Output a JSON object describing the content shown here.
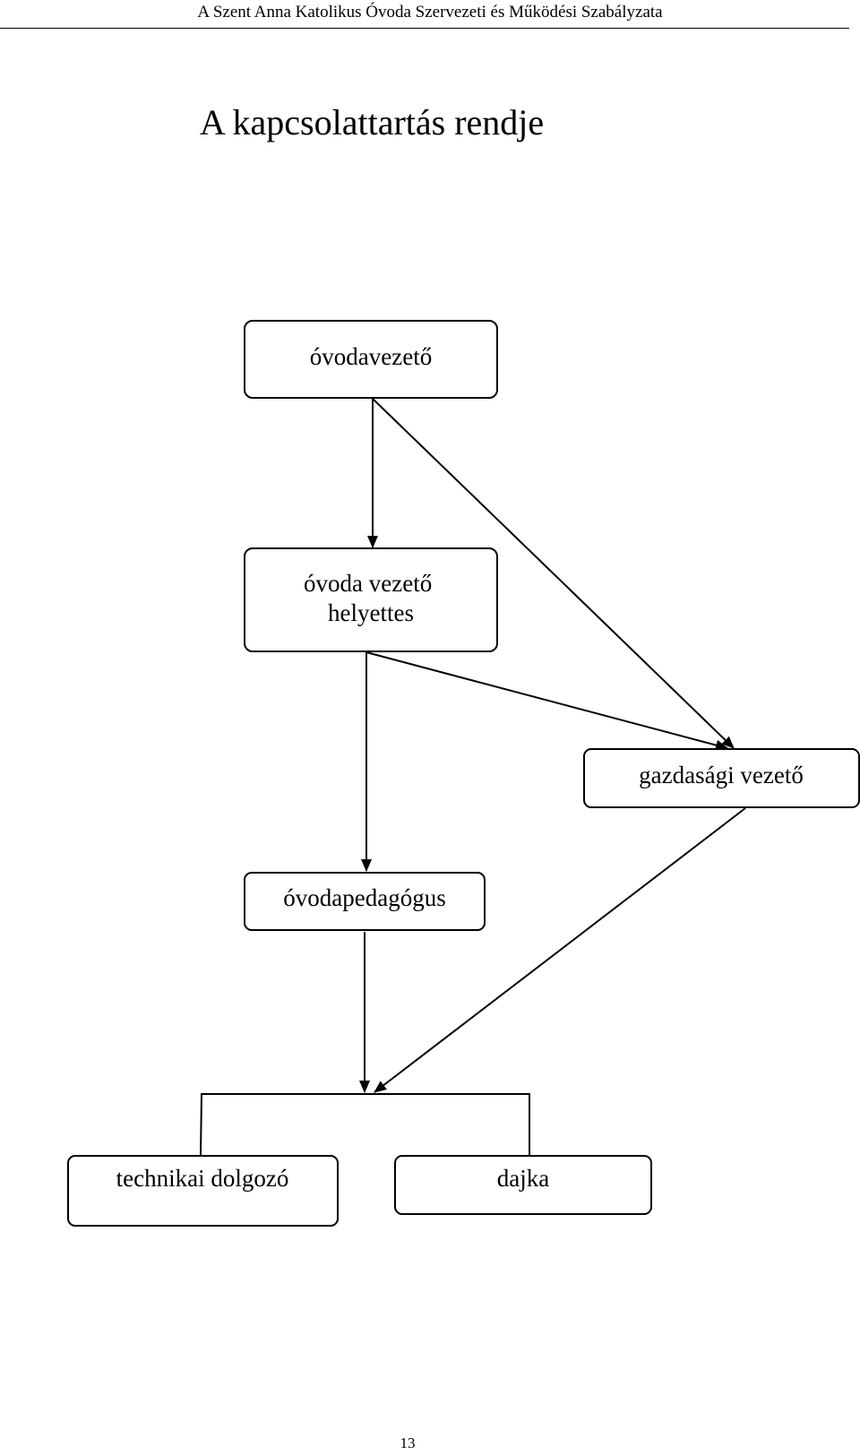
{
  "header": {
    "running_title": "A Szent Anna Katolikus Óvoda Szervezeti és Működési Szabályzata"
  },
  "page": {
    "title": "A kapcsolattartás rendje",
    "number": "13"
  },
  "diagram": {
    "nodes": {
      "ovodavezeto": "óvodavezető",
      "helyettes_line1": "óvoda vezető",
      "helyettes_line2": "helyettes",
      "gazdasagi": "gazdasági vezető",
      "pedagogus": "óvodapedagógus",
      "technikai": "technikai dolgozó",
      "dajka": "dajka"
    },
    "edges": [
      {
        "from": "óvodavezető",
        "to": "óvoda vezető helyettes"
      },
      {
        "from": "óvodavezető",
        "to": "gazdasági vezető"
      },
      {
        "from": "óvoda vezető helyettes",
        "to": "gazdasági vezető"
      },
      {
        "from": "óvoda vezető helyettes",
        "to": "óvodapedagógus"
      },
      {
        "from": "óvodapedagógus",
        "to": "technikai dolgozó; dajka"
      },
      {
        "from": "gazdasági vezető",
        "to": "technikai dolgozó; dajka"
      }
    ]
  }
}
